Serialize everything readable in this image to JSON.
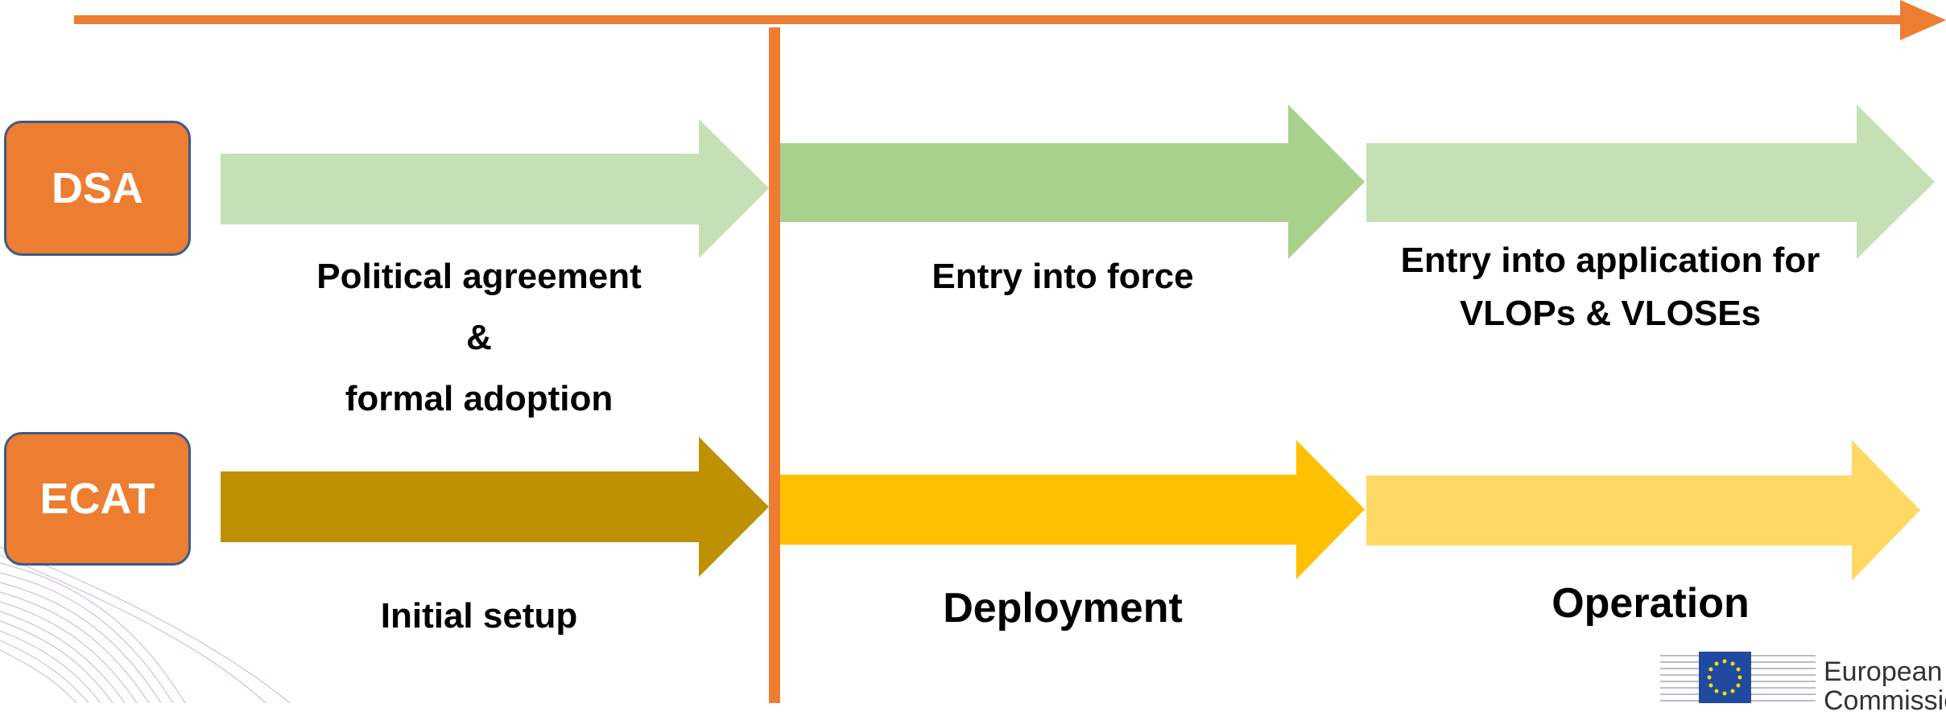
{
  "rows": {
    "dsa": {
      "label": "DSA",
      "phases": [
        "Political agreement",
        "&",
        "formal adoption",
        "Entry into force",
        "Entry into application for",
        "VLOPs & VLOSEs"
      ]
    },
    "ecat": {
      "label": "ECAT",
      "phases": [
        "Initial setup",
        "Deployment",
        "Operation"
      ]
    }
  },
  "logo": {
    "line1": "European",
    "line2": "Commission"
  },
  "colors": {
    "timeline": "#ed7d31",
    "dsa_arrow_1": "#c5e0b4",
    "dsa_arrow_2": "#a9d18e",
    "dsa_arrow_3": "#c5e0b4",
    "ecat_arrow_1": "#bf9000",
    "ecat_arrow_2": "#ffc000",
    "ecat_arrow_3": "#ffd966"
  },
  "icons": [
    "eu-flag-icon",
    "wave-decoration"
  ]
}
